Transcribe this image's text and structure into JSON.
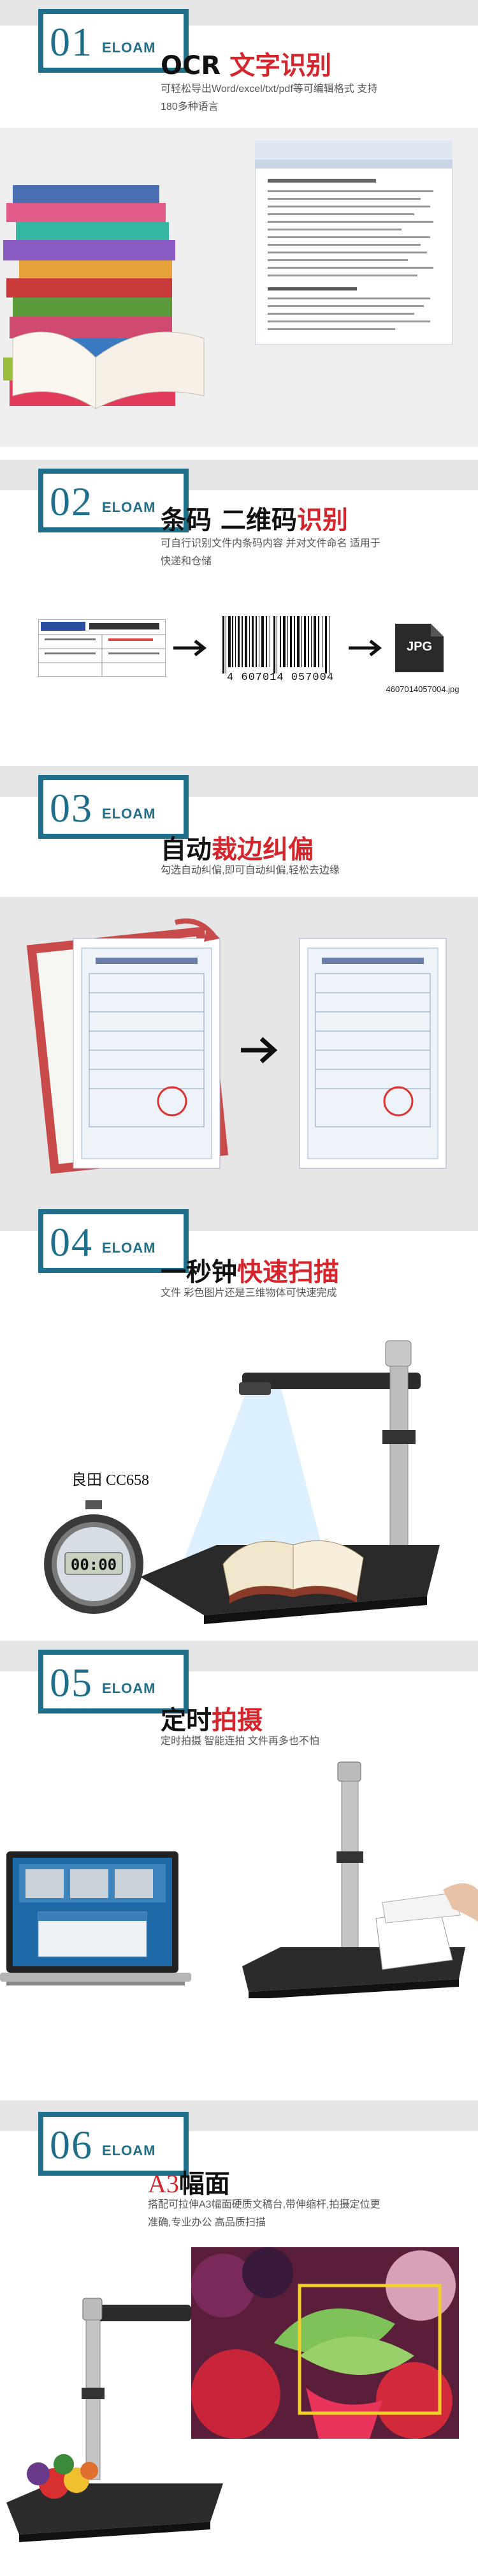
{
  "brand": "ELOAM",
  "sections": [
    {
      "num": "01",
      "title_a": "OCR ",
      "title_b": "文字识别",
      "sub1": "可轻松导出Word/excel/txt/pdf等可编辑格式 支持",
      "sub2": "180多种语言"
    },
    {
      "num": "02",
      "title_a": "条码 二维码",
      "title_b": "识别",
      "sub1": "可自行识别文件内条码内容 并对文件命名 适用于",
      "sub2": "快递和仓储",
      "barcode_digits": "4 607014 057004",
      "jpg_label": "JPG",
      "filename": "4607014057004.jpg"
    },
    {
      "num": "03",
      "title_a": "自动",
      "title_b": "裁边纠偏",
      "sub1": "勾选自动纠偏,即可自动纠偏,轻松去边缘"
    },
    {
      "num": "04",
      "title_a": "一秒钟",
      "title_b": "快速扫描",
      "sub1": "文件 彩色图片还是三维物体可快速完成",
      "model": "良田 CC658",
      "timer_display": "00:00"
    },
    {
      "num": "05",
      "title_a": "定时",
      "title_b": "拍摄",
      "sub1": "定时拍摄 智能连拍 文件再多也不怕"
    },
    {
      "num": "06",
      "title_a": "A3",
      "title_b": "幅面",
      "sub1": "搭配可拉伸A3幅面硬质文稿台,带伸缩杆,拍摄定位更",
      "sub2": "准确,专业办公 高品质扫描"
    }
  ],
  "colors": {
    "teal": "#1f6f8b",
    "red": "#d3252b",
    "grey": "#e9e9ea"
  }
}
